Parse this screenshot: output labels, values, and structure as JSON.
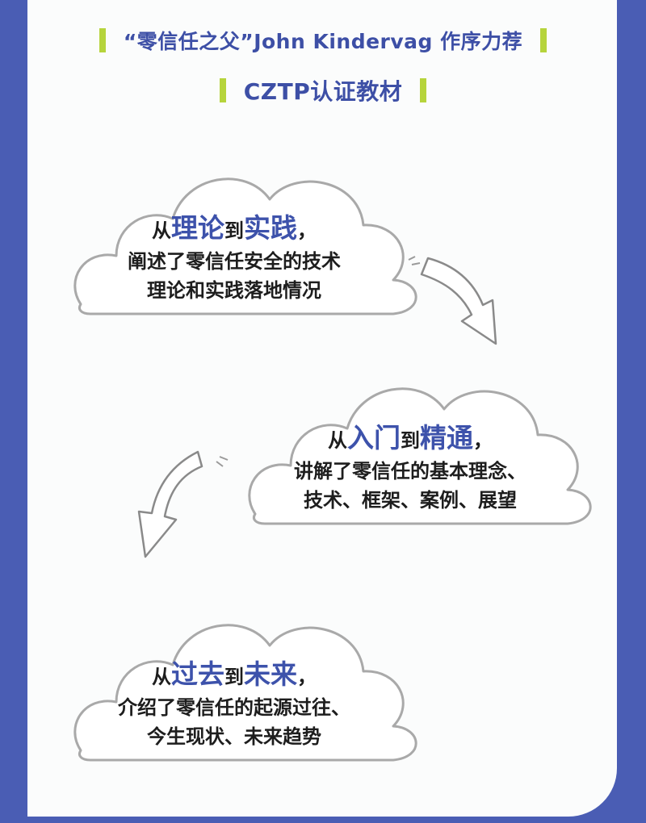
{
  "header": {
    "line1": "“零信任之父”John Kindervag 作序力荐",
    "line2": "CZTP认证教材"
  },
  "clouds": [
    {
      "pre": "从",
      "em1": "理论",
      "mid": "到",
      "em2": "实践",
      "post": "，",
      "line2": "阐述了零信任安全的技术",
      "line3": "理论和实践落地情况"
    },
    {
      "pre": "从",
      "em1": "入门",
      "mid": "到",
      "em2": "精通",
      "post": "，",
      "line2": "讲解了零信任的基本理念、",
      "line3": "技术、框架、案例、展望"
    },
    {
      "pre": "从",
      "em1": "过去",
      "mid": "到",
      "em2": "未来",
      "post": "，",
      "line2": "介绍了零信任的起源过往、",
      "line3": "今生现状、未来趋势"
    }
  ],
  "colors": {
    "background": "#4a5db4",
    "panel": "#fbfcfc",
    "header_text": "#3d4fa6",
    "accent_bar": "#b6d43c",
    "emphasis": "#3d52ab"
  }
}
